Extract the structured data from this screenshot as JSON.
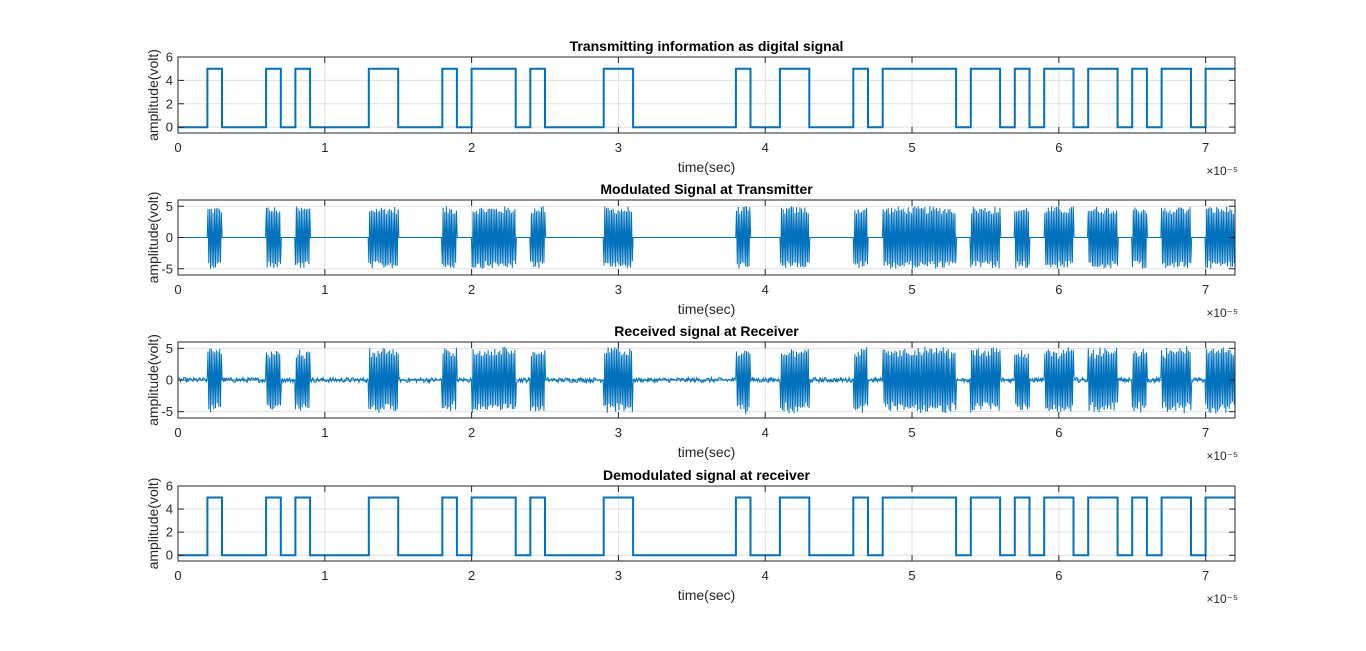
{
  "figure": {
    "background": "#ffffff",
    "series_color": "#0072BD"
  },
  "chart_data": [
    {
      "type": "line",
      "title": "Transmitting information as digital signal",
      "xlabel": "time(sec)",
      "ylabel": "amplitude(volt)",
      "xlim": [
        0,
        7.2e-05
      ],
      "ylim": [
        -0.5,
        6
      ],
      "x_ticks": [
        "0",
        "1",
        "2",
        "3",
        "4",
        "5",
        "6",
        "7"
      ],
      "y_ticks": [
        "0",
        "2",
        "4",
        "6"
      ],
      "x_exponent": "×10⁻⁵",
      "grid": true,
      "signal": "digital",
      "bit_period": 1e-06,
      "levels": [
        0,
        5
      ],
      "bits": [
        0,
        0,
        1,
        0,
        0,
        0,
        1,
        0,
        1,
        0,
        0,
        0,
        0,
        1,
        1,
        0,
        0,
        0,
        1,
        0,
        1,
        1,
        1,
        0,
        1,
        0,
        0,
        0,
        0,
        1,
        1,
        0,
        0,
        0,
        0,
        0,
        0,
        0,
        1,
        0,
        0,
        1,
        1,
        0,
        0,
        0,
        1,
        0,
        1,
        1,
        1,
        1,
        1,
        0,
        1,
        1,
        0,
        1,
        0,
        1,
        1,
        0,
        1,
        1,
        0,
        1,
        0,
        1,
        1,
        0,
        1,
        1
      ]
    },
    {
      "type": "line",
      "title": "Modulated Signal at Transmitter",
      "xlabel": "time(sec)",
      "ylabel": "amplitude(volt)",
      "xlim": [
        0,
        7.2e-05
      ],
      "ylim": [
        -6,
        6
      ],
      "x_ticks": [
        "0",
        "1",
        "2",
        "3",
        "4",
        "5",
        "6",
        "7"
      ],
      "y_ticks": [
        "-5",
        "0",
        "5"
      ],
      "x_exponent": "×10⁻⁵",
      "grid": true,
      "signal": "ask",
      "bit_period": 1e-06,
      "amplitude": 5,
      "noise": 0,
      "bits": [
        0,
        0,
        1,
        0,
        0,
        0,
        1,
        0,
        1,
        0,
        0,
        0,
        0,
        1,
        1,
        0,
        0,
        0,
        1,
        0,
        1,
        1,
        1,
        0,
        1,
        0,
        0,
        0,
        0,
        1,
        1,
        0,
        0,
        0,
        0,
        0,
        0,
        0,
        1,
        0,
        0,
        1,
        1,
        0,
        0,
        0,
        1,
        0,
        1,
        1,
        1,
        1,
        1,
        0,
        1,
        1,
        0,
        1,
        0,
        1,
        1,
        0,
        1,
        1,
        0,
        1,
        0,
        1,
        1,
        0,
        1,
        1
      ]
    },
    {
      "type": "line",
      "title": "Received signal at Receiver",
      "xlabel": "time(sec)",
      "ylabel": "amplitude(volt)",
      "xlim": [
        0,
        7.2e-05
      ],
      "ylim": [
        -6,
        6
      ],
      "x_ticks": [
        "0",
        "1",
        "2",
        "3",
        "4",
        "5",
        "6",
        "7"
      ],
      "y_ticks": [
        "-5",
        "0",
        "5"
      ],
      "x_exponent": "×10⁻⁵",
      "grid": true,
      "signal": "ask",
      "bit_period": 1e-06,
      "amplitude": 5,
      "noise": 0.4,
      "bits": [
        0,
        0,
        1,
        0,
        0,
        0,
        1,
        0,
        1,
        0,
        0,
        0,
        0,
        1,
        1,
        0,
        0,
        0,
        1,
        0,
        1,
        1,
        1,
        0,
        1,
        0,
        0,
        0,
        0,
        1,
        1,
        0,
        0,
        0,
        0,
        0,
        0,
        0,
        1,
        0,
        0,
        1,
        1,
        0,
        0,
        0,
        1,
        0,
        1,
        1,
        1,
        1,
        1,
        0,
        1,
        1,
        0,
        1,
        0,
        1,
        1,
        0,
        1,
        1,
        0,
        1,
        0,
        1,
        1,
        0,
        1,
        1
      ]
    },
    {
      "type": "line",
      "title": "Demodulated signal at receiver",
      "xlabel": "time(sec)",
      "ylabel": "amplitude(volt)",
      "xlim": [
        0,
        7.2e-05
      ],
      "ylim": [
        -0.5,
        6
      ],
      "x_ticks": [
        "0",
        "1",
        "2",
        "3",
        "4",
        "5",
        "6",
        "7"
      ],
      "y_ticks": [
        "0",
        "2",
        "4",
        "6"
      ],
      "x_exponent": "×10⁻⁵",
      "grid": true,
      "signal": "digital",
      "bit_period": 1e-06,
      "levels": [
        0,
        5
      ],
      "bits": [
        0,
        0,
        1,
        0,
        0,
        0,
        1,
        0,
        1,
        0,
        0,
        0,
        0,
        1,
        1,
        0,
        0,
        0,
        1,
        0,
        1,
        1,
        1,
        0,
        1,
        0,
        0,
        0,
        0,
        1,
        1,
        0,
        0,
        0,
        0,
        0,
        0,
        0,
        1,
        0,
        0,
        1,
        1,
        0,
        0,
        0,
        1,
        0,
        1,
        1,
        1,
        1,
        1,
        0,
        1,
        1,
        0,
        1,
        0,
        1,
        1,
        0,
        1,
        1,
        0,
        1,
        0,
        1,
        1,
        0,
        1,
        1
      ]
    }
  ]
}
